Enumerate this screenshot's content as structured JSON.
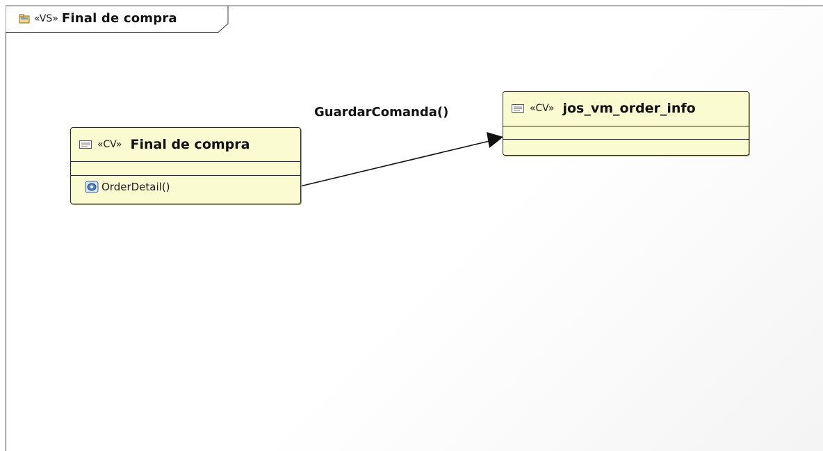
{
  "frame": {
    "stereotype": "«VS»",
    "title": "Final de compra"
  },
  "classes": [
    {
      "stereotype": "«CV»",
      "name": "Final de compra",
      "operations": [
        "OrderDetail()"
      ]
    },
    {
      "stereotype": "«CV»",
      "name": "jos_vm_order_info",
      "operations": []
    }
  ],
  "connector": {
    "label": "GuardarComanda()"
  },
  "colors": {
    "class_fill": "#fbfbd2",
    "border": "#2b2b2b"
  }
}
